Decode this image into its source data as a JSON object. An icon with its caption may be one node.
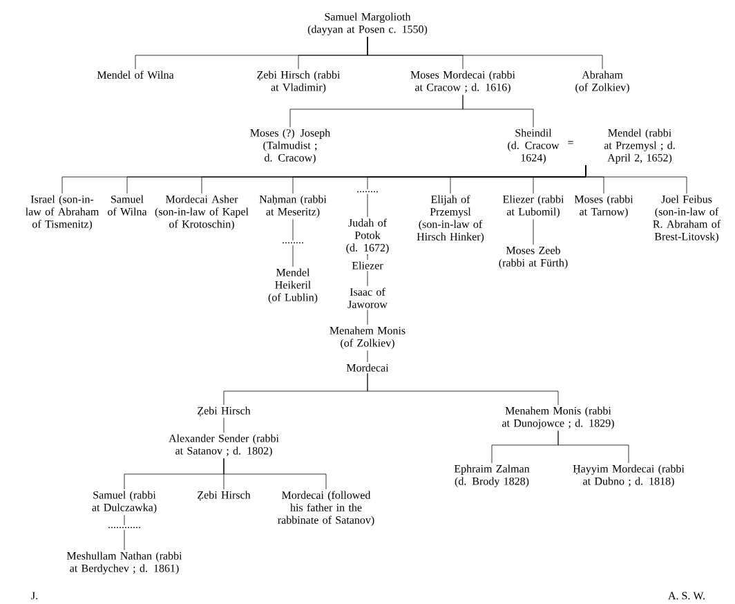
{
  "diagram": {
    "nodes": [
      {
        "text": [
          "Samuel Margolioth (dayyan at Posen c. 1550)"
        ]
      },
      {
        "text": [
          "Mendel of Wilna"
        ]
      },
      {
        "text": [
          "Ẓebi Hirsch (rabbi at Vladimir)"
        ]
      },
      {
        "text": [
          "Moses Mordecai (rabbi at Cracow ; d. 1616)"
        ]
      },
      {
        "text": [
          "Abraham (of Zolkiev)"
        ]
      },
      {
        "text": [
          "Moses (?) Joseph (Talmudist ; d. Cracow)"
        ]
      },
      {
        "text": [
          "Sheindil (d. Cracow 1624)"
        ]
      },
      {
        "text": [
          "Mendel (rabbi at Przemysl ; d. April 2, 1652)"
        ]
      },
      {
        "text": [
          "Israel (son-in-law of Abraham of Tismenitz)"
        ]
      },
      {
        "text": [
          "Samuel of Wilna"
        ]
      },
      {
        "text": [
          "Mordecai Asher (son-in-law of Kapel of Krotoschin)"
        ]
      },
      {
        "text": [
          "Naḥman (rabbi at Meseritz)"
        ]
      },
      {
        "text": [
          "........"
        ]
      },
      {
        "text": [
          "Elijah of Przemysl (son-in-law of Hirsch Hinker)"
        ]
      },
      {
        "text": [
          "Eliezer (rabbi at Lubomil)"
        ]
      },
      {
        "text": [
          "Moses (rabbi at Tarnow)"
        ]
      },
      {
        "text": [
          "Joel Feibus (son-in-law of R. Abraham of Brest-Litovsk)"
        ]
      },
      {
        "text": [
          "........"
        ]
      },
      {
        "text": [
          "Mendel Heikeril (of Lublin)"
        ]
      },
      {
        "text": [
          "Judah of Potok (d. 1672)"
        ]
      },
      {
        "text": [
          "Moses Zeeb (rabbi at Fürth)"
        ]
      },
      {
        "text": [
          "Eliezer"
        ]
      },
      {
        "text": [
          "Isaac of Jaworow"
        ]
      },
      {
        "text": [
          "Menahem Monis (of Zolkiev)"
        ]
      },
      {
        "text": [
          "Mordecai"
        ]
      },
      {
        "text": [
          "Ẓebi Hirsch"
        ]
      },
      {
        "text": [
          "Menahem Monis (rabbi at Dunojowce ; d. 1829)"
        ]
      },
      {
        "text": [
          "Alexander Sender (rabbi at Satanov ; d. 1802)"
        ]
      },
      {
        "text": [
          "Ephraim Zalman (d. Brody 1828)"
        ]
      },
      {
        "text": [
          "Ḥayyim Mordecai (rabbi at Dubno ; d. 1818)"
        ]
      },
      {
        "text": [
          "Samuel (rabbi at Dulczawka)"
        ]
      },
      {
        "text": [
          "Ẓebi Hirsch"
        ]
      },
      {
        "text": [
          "Mordecai (followed his father in the rabbinate of Satanov)"
        ]
      },
      {
        "text": [
          "............"
        ]
      },
      {
        "text": [
          "Meshullam Nathan (rabbi at Berdychev ; d. 1861)"
        ]
      }
    ],
    "edges": [
      {
        "from": 0,
        "to": 1,
        "arrow": "none"
      },
      {
        "from": 0,
        "to": 2,
        "arrow": "none"
      },
      {
        "from": 0,
        "to": 3,
        "arrow": "none"
      },
      {
        "from": 0,
        "to": 4,
        "arrow": "none"
      },
      {
        "from": 3,
        "to": 5,
        "arrow": "none"
      },
      {
        "from": 3,
        "to": 6,
        "arrow": "none"
      },
      {
        "from": 7,
        "to": 8,
        "arrow": "none"
      },
      {
        "from": 7,
        "to": 9,
        "arrow": "none"
      },
      {
        "from": 7,
        "to": 10,
        "arrow": "none"
      },
      {
        "from": 7,
        "to": 11,
        "arrow": "none"
      },
      {
        "from": 7,
        "to": 12,
        "arrow": "none"
      },
      {
        "from": 7,
        "to": 13,
        "arrow": "none"
      },
      {
        "from": 7,
        "to": 14,
        "arrow": "none"
      },
      {
        "from": 7,
        "to": 15,
        "arrow": "none"
      },
      {
        "from": 7,
        "to": 16,
        "arrow": "none"
      },
      {
        "from": 11,
        "to": 17,
        "arrow": "none"
      },
      {
        "from": 17,
        "to": 18,
        "arrow": "none"
      },
      {
        "from": 12,
        "to": 19,
        "arrow": "none"
      },
      {
        "from": 14,
        "to": 20,
        "arrow": "none"
      },
      {
        "from": 19,
        "to": 21,
        "arrow": "none"
      },
      {
        "from": 21,
        "to": 22,
        "arrow": "none"
      },
      {
        "from": 22,
        "to": 23,
        "arrow": "none"
      },
      {
        "from": 23,
        "to": 24,
        "arrow": "none"
      },
      {
        "from": 24,
        "to": 25,
        "arrow": "none"
      },
      {
        "from": 24,
        "to": 26,
        "arrow": "none"
      },
      {
        "from": 25,
        "to": 27,
        "arrow": "none"
      },
      {
        "from": 26,
        "to": 28,
        "arrow": "none"
      },
      {
        "from": 26,
        "to": 29,
        "arrow": "none"
      },
      {
        "from": 27,
        "to": 30,
        "arrow": "none"
      },
      {
        "from": 27,
        "to": 31,
        "arrow": "none"
      },
      {
        "from": 27,
        "to": 32,
        "arrow": "none"
      },
      {
        "from": 30,
        "to": 33,
        "arrow": "none"
      },
      {
        "from": 33,
        "to": 34,
        "arrow": "none"
      }
    ],
    "labels": [
      "=",
      "J.",
      "A. S. W."
    ]
  }
}
